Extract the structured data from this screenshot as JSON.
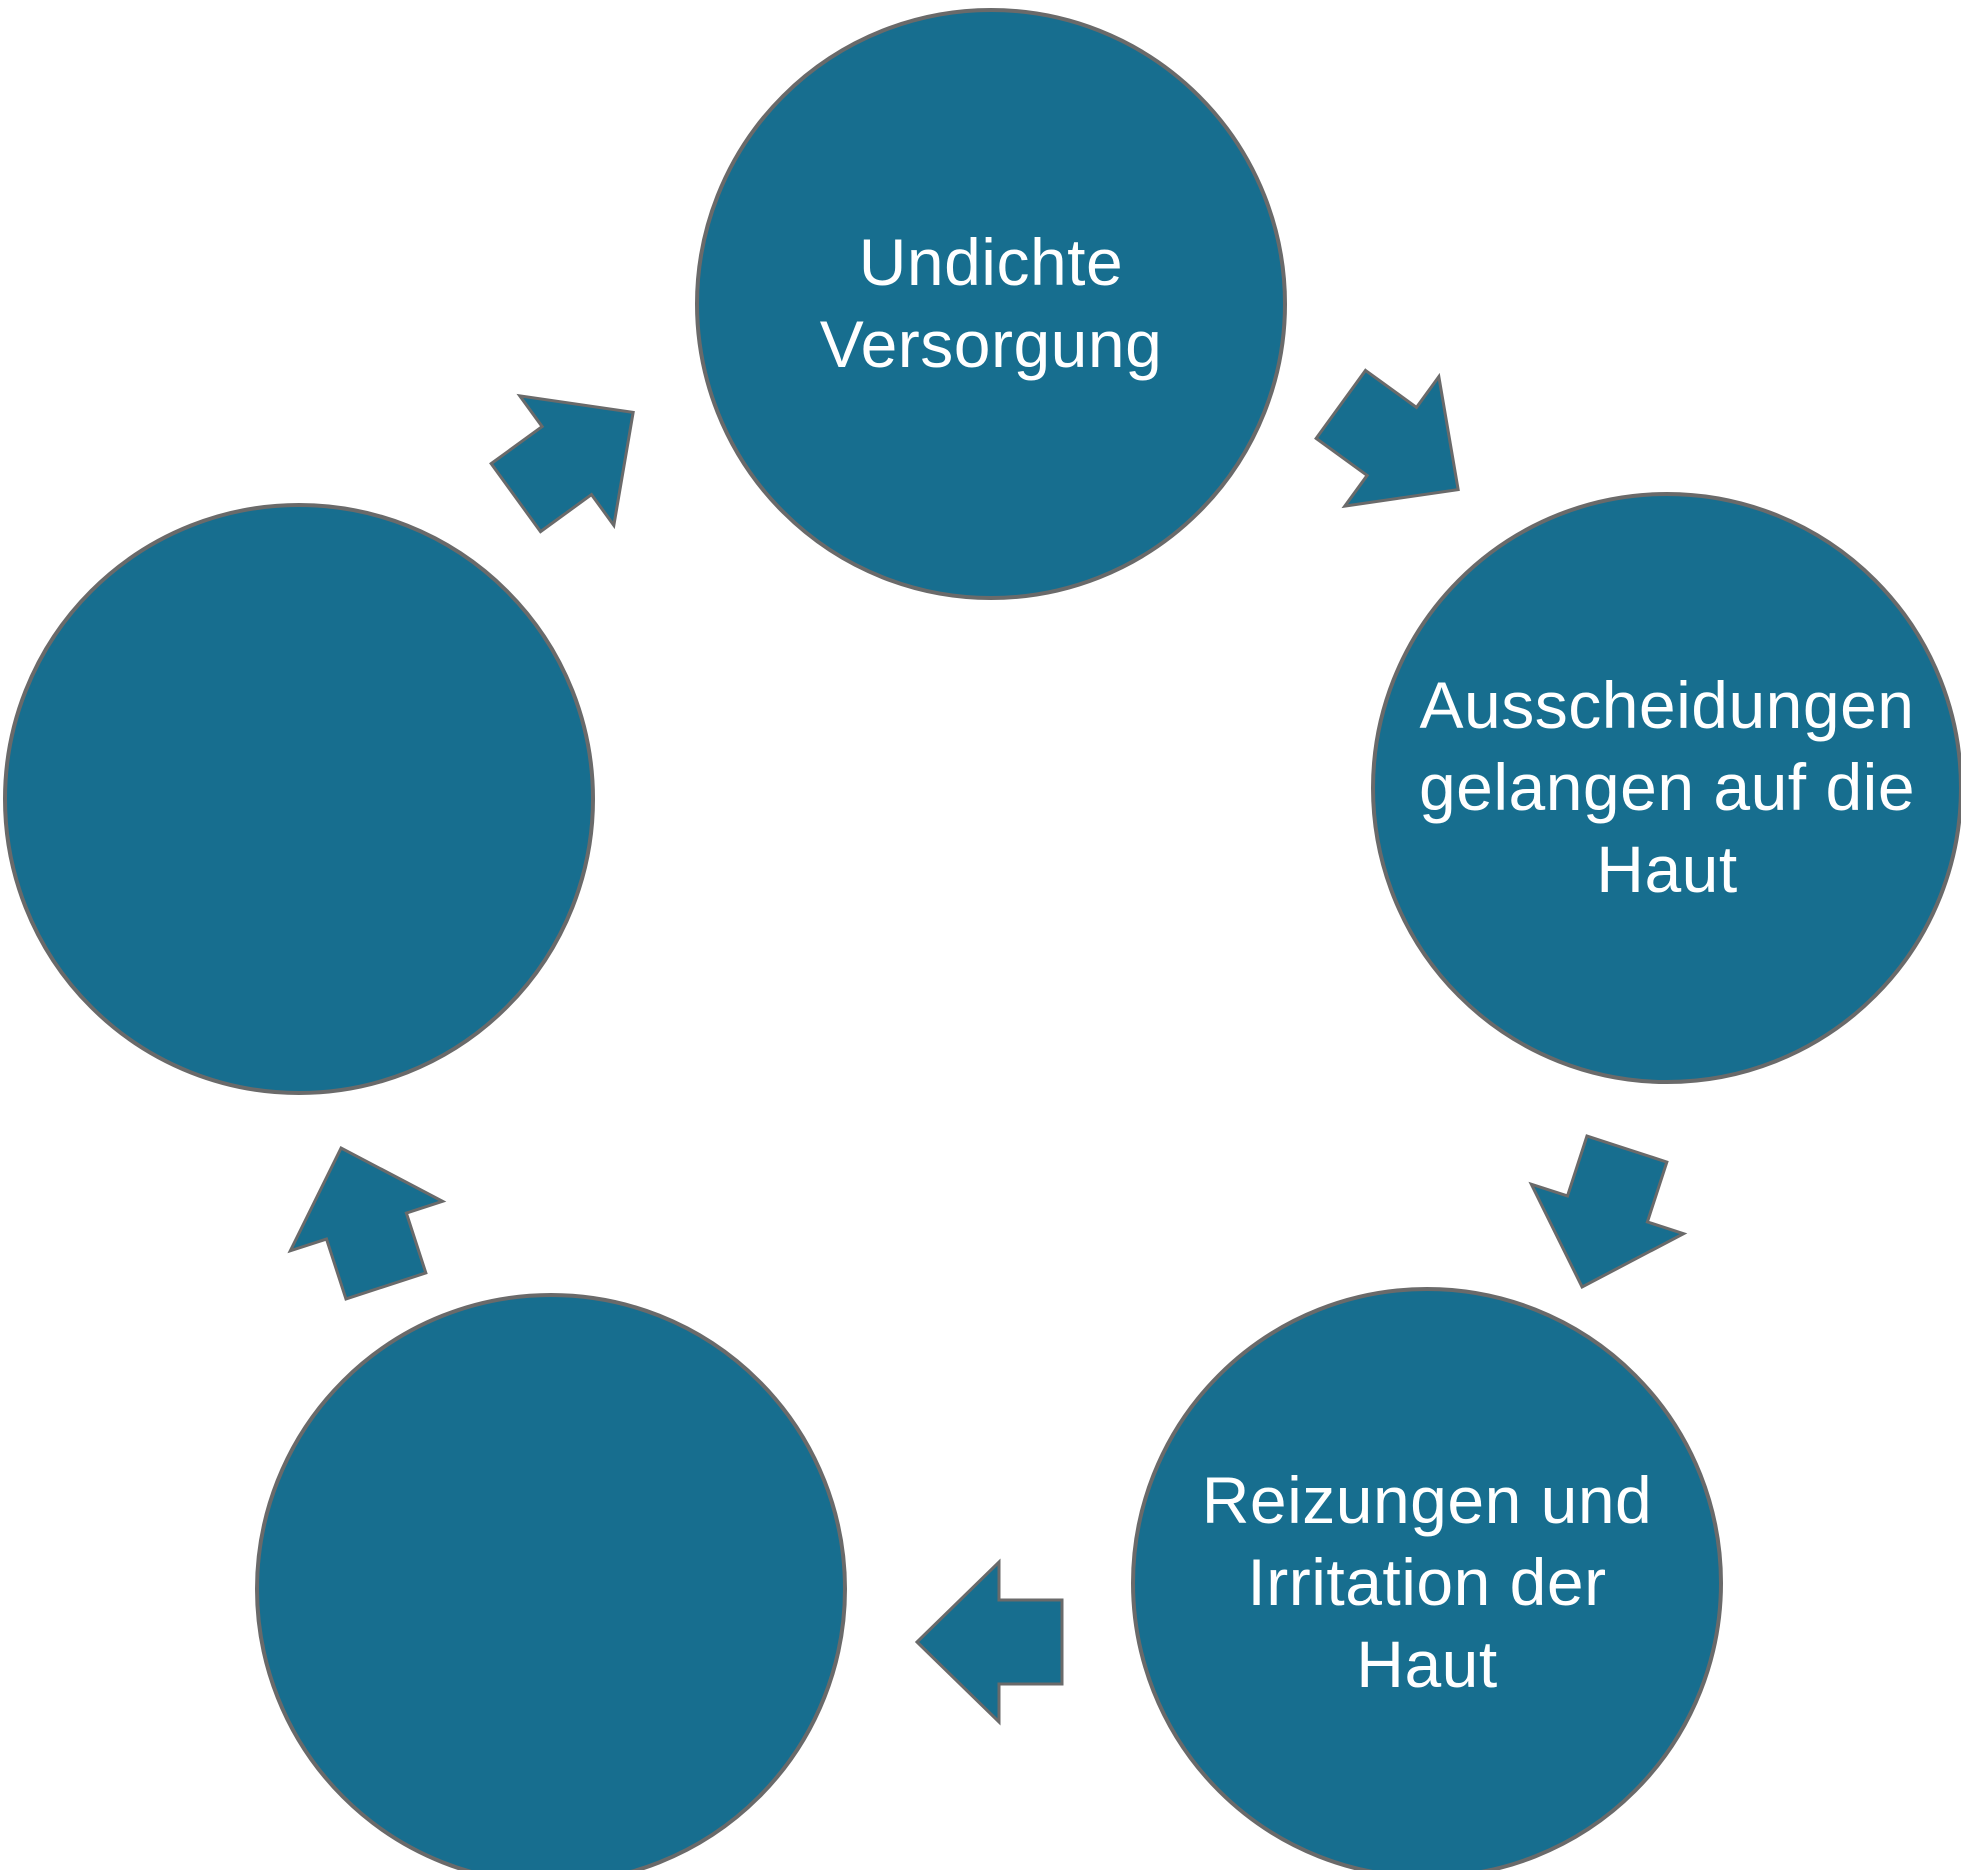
{
  "colors": {
    "node_fill": "#176e8f",
    "edge_fringe": "#6a6a6a",
    "text": "#ffffff",
    "background": "#ffffff"
  },
  "diagram": {
    "type": "cycle",
    "flow_direction": "clockwise",
    "nodes": {
      "top": {
        "label": "Undichte\nVersorgung"
      },
      "right": {
        "label": "Ausscheidungen\ngelangen auf die\nHaut"
      },
      "bottom_right": {
        "label": "Reizungen und\nIrritation der\nHaut"
      },
      "bottom_left": {
        "label": ""
      },
      "left": {
        "label": ""
      }
    },
    "arrows": [
      {
        "from": "left",
        "to": "top"
      },
      {
        "from": "top",
        "to": "right"
      },
      {
        "from": "right",
        "to": "bottom_right"
      },
      {
        "from": "bottom_right",
        "to": "bottom_left"
      },
      {
        "from": "bottom_left",
        "to": "left"
      }
    ]
  }
}
